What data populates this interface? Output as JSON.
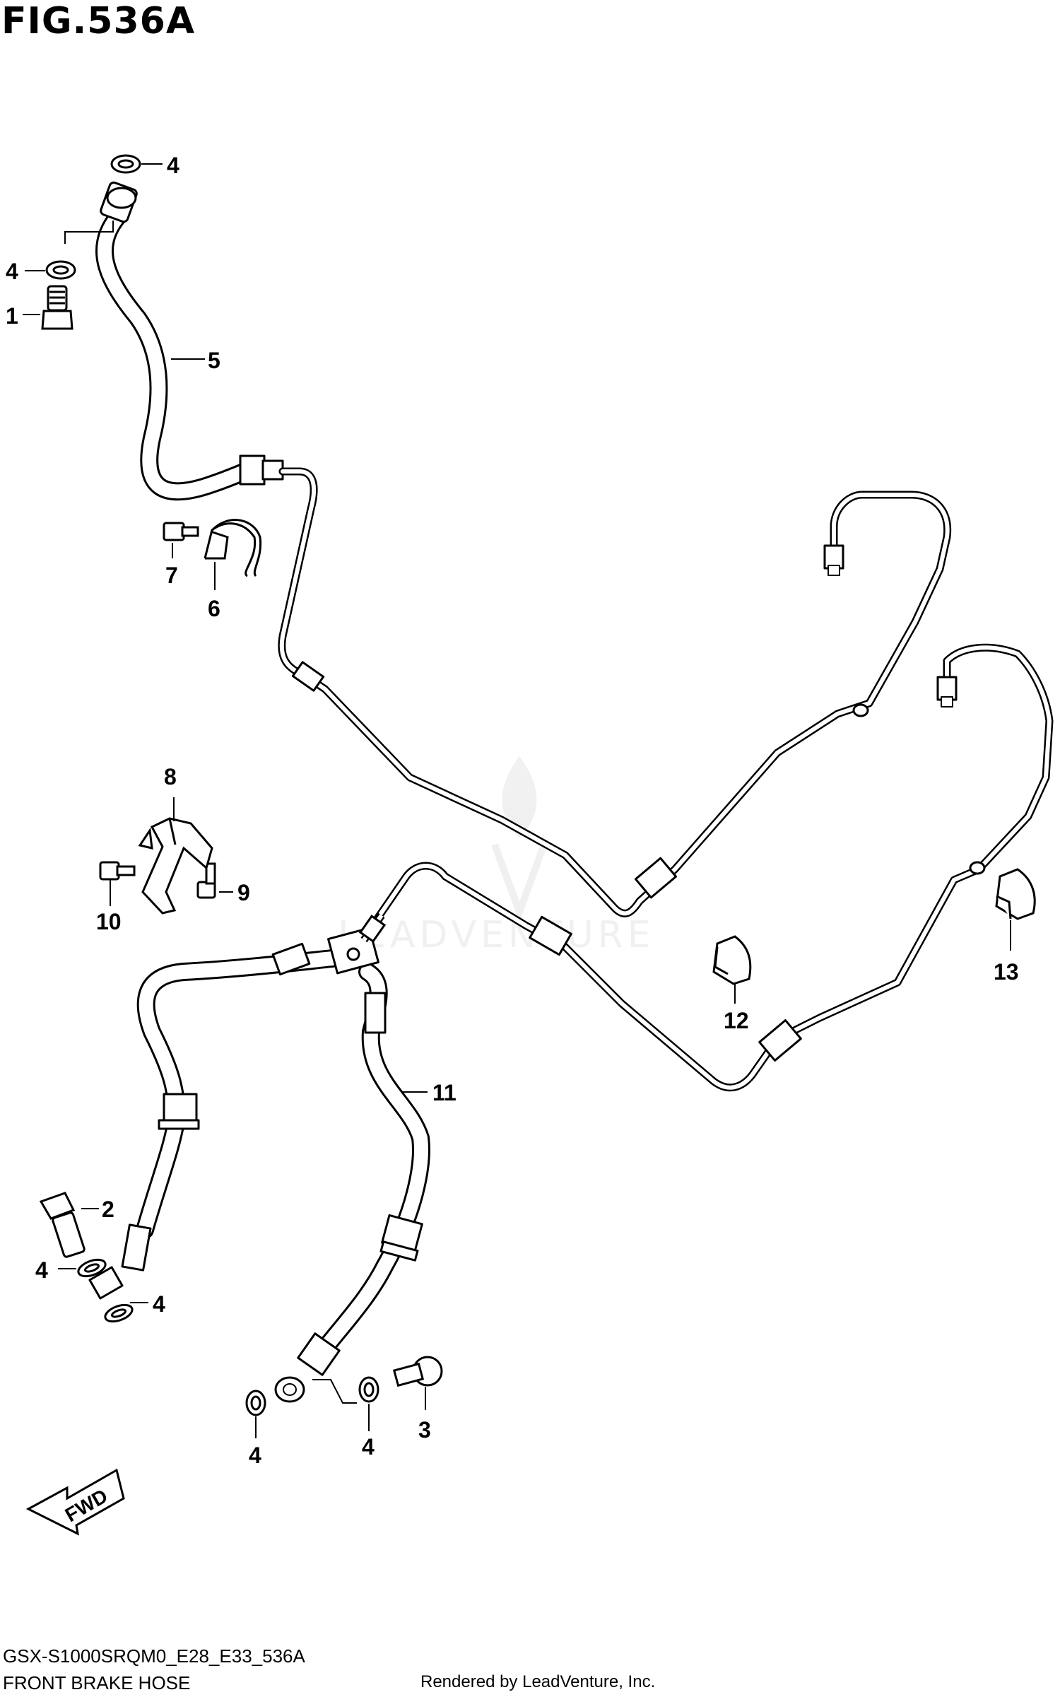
{
  "figure": {
    "title": "FIG.536A",
    "diagram_code": "GSX-S1000SRQM0_E28_E33_536A",
    "diagram_name": "FRONT BRAKE HOSE",
    "credit": "Rendered by LeadVenture, Inc.",
    "watermark": "LEADVENTURE",
    "direction_label": "FWD"
  },
  "callouts": {
    "c1": "1",
    "c2": "2",
    "c3": "3",
    "c4a": "4",
    "c4b": "4",
    "c4c": "4",
    "c4d": "4",
    "c4e": "4",
    "c4f": "4",
    "c5": "5",
    "c6": "6",
    "c7": "7",
    "c8": "8",
    "c9": "9",
    "c10": "10",
    "c11": "11",
    "c12": "12",
    "c13": "13"
  }
}
